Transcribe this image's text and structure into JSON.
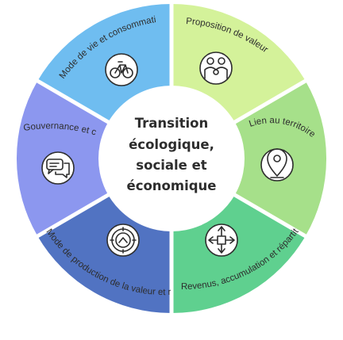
{
  "center": {
    "lines": [
      "Transition",
      "écologique,",
      "sociale et",
      "économique"
    ]
  },
  "segments": [
    {
      "id": "proposition",
      "label": "Proposition de valeur",
      "color": "#d4f29a",
      "icon": "family-icon"
    },
    {
      "id": "lien",
      "label": "Lien au territoire",
      "color": "#a6e08a",
      "icon": "location-pin-icon"
    },
    {
      "id": "revenus",
      "label": "Revenus, accumulation et répartition de la valeur",
      "color": "#5fd08f",
      "icon": "flow-arrows-icon"
    },
    {
      "id": "production",
      "label": "Mode de production de la valeur et ressources",
      "color": "#5173c2",
      "icon": "gear-hand-icon"
    },
    {
      "id": "gouvernance",
      "label": "Gouvernance et convention",
      "color": "#8c97ef",
      "icon": "chat-bubbles-icon"
    },
    {
      "id": "mode-de-vie",
      "label": "Mode de vie et consommation",
      "color": "#6fbdf0",
      "icon": "bicycle-icon"
    }
  ]
}
